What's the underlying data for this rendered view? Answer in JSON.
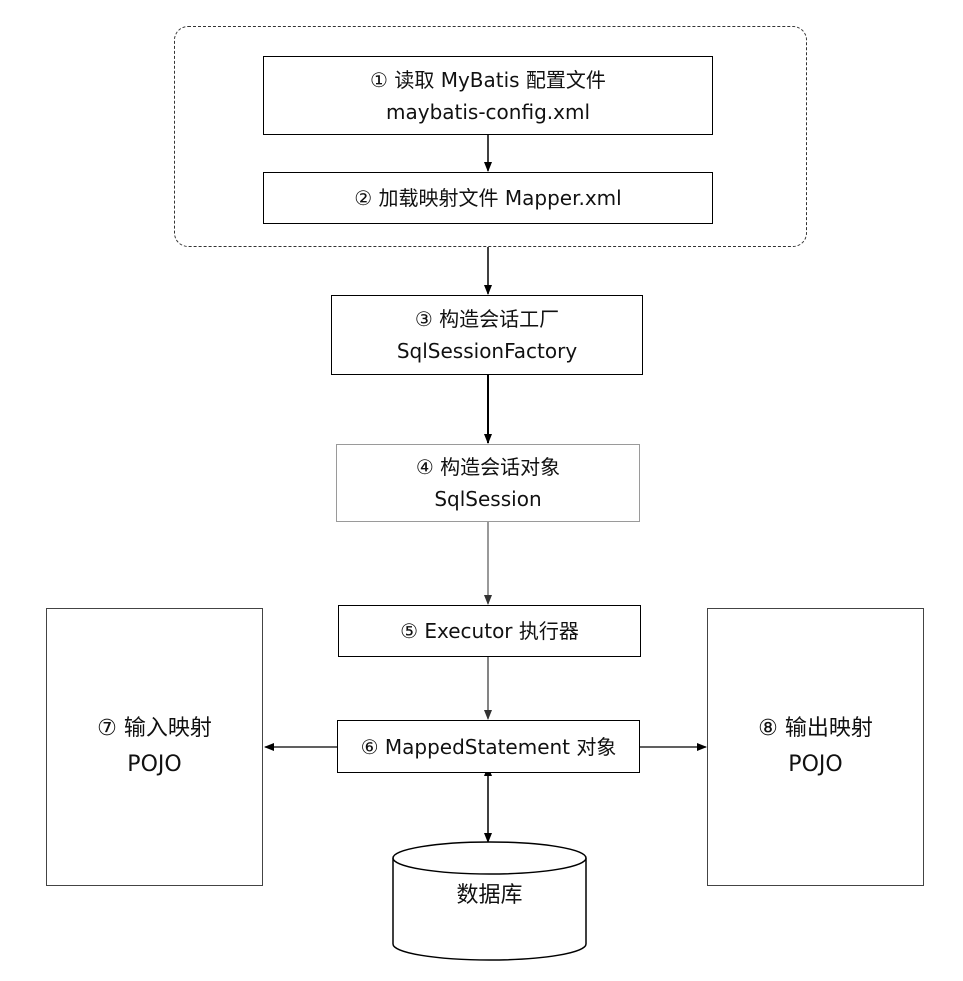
{
  "diagram": {
    "group": {
      "label": ""
    },
    "steps": {
      "s1": {
        "line1": "① 读取 MyBatis 配置文件",
        "line2": "maybatis-config.xml"
      },
      "s2": {
        "line1": "② 加载映射文件 Mapper.xml"
      },
      "s3": {
        "line1": "③ 构造会话工厂",
        "line2": "SqlSessionFactory"
      },
      "s4": {
        "line1": "④ 构造会话对象",
        "line2": "SqlSession"
      },
      "s5": {
        "line1": "⑤ Executor 执行器"
      },
      "s6": {
        "line1": "⑥ MappedStatement 对象"
      },
      "s7": {
        "line1": "⑦ 输入映射",
        "line2": "POJO"
      },
      "s8": {
        "line1": "⑧ 输出映射",
        "line2": "POJO"
      }
    },
    "database": {
      "label": "数据库"
    },
    "colors": {
      "stroke_dark": "#000000",
      "stroke_light": "#9a9a9a",
      "background": "#ffffff"
    }
  }
}
